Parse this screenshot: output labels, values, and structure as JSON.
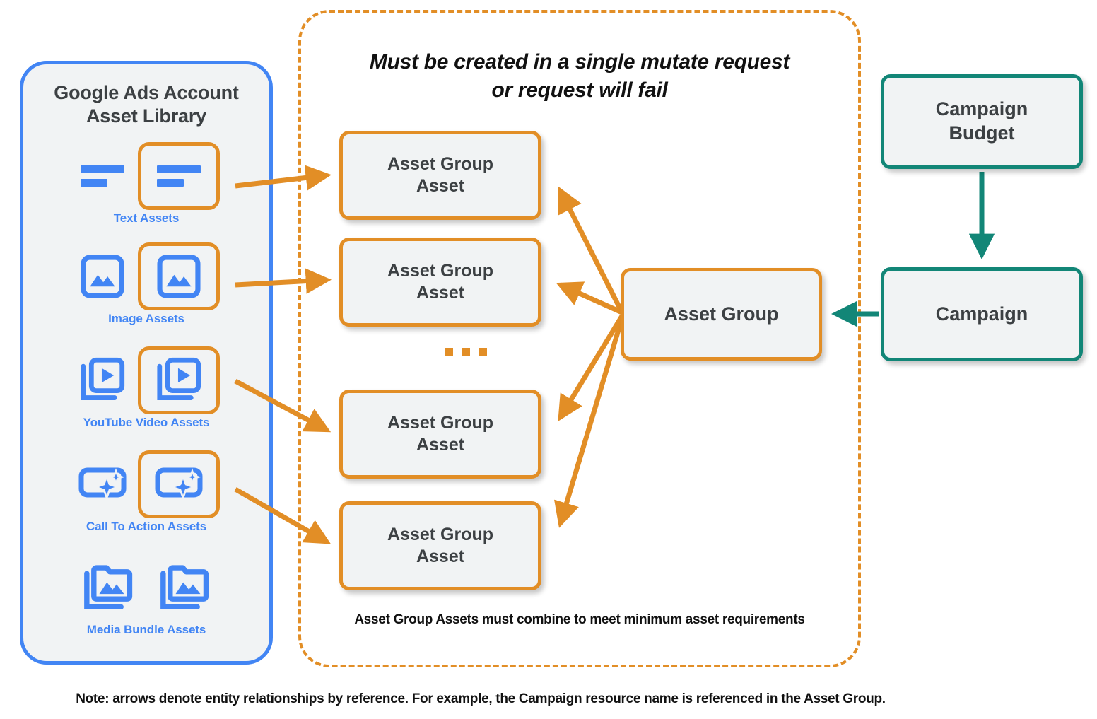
{
  "library": {
    "title_line1": "Google Ads Account",
    "title_line2": "Asset Library",
    "border_color": "#4285F4",
    "items": [
      {
        "caption": "Text Assets",
        "icon": "text-asset-icon"
      },
      {
        "caption": "Image Assets",
        "icon": "image-asset-icon"
      },
      {
        "caption": "YouTube Video  Assets",
        "icon": "youtube-video-asset-icon"
      },
      {
        "caption": "Call To Action Assets",
        "icon": "call-to-action-asset-icon"
      },
      {
        "caption": "Media Bundle  Assets",
        "icon": "media-bundle-asset-icon"
      }
    ]
  },
  "mutate_container": {
    "title_line1": "Must be created in a single mutate request",
    "title_line2": "or request will fail",
    "footnote": "Asset Group Assets must combine to meet minimum asset requirements",
    "border_color": "#E28E26"
  },
  "nodes": {
    "asset_group_assets": [
      {
        "line1": "Asset Group",
        "line2": "Asset"
      },
      {
        "line1": "Asset Group",
        "line2": "Asset"
      },
      {
        "line1": "Asset Group",
        "line2": "Asset"
      },
      {
        "line1": "Asset Group",
        "line2": "Asset"
      }
    ],
    "ellipsis": "...",
    "asset_group": "Asset Group",
    "campaign_budget_line1": "Campaign",
    "campaign_budget_line2": "Budget",
    "campaign": "Campaign"
  },
  "colors": {
    "orange": "#E28E26",
    "teal": "#128677",
    "blue": "#4285F4",
    "node_fill": "#F1F3F4",
    "text_dark": "#3C4043"
  },
  "footer": {
    "note": "Note: arrows denote entity relationships by reference. For example, the Campaign resource name is referenced in the Asset Group."
  }
}
